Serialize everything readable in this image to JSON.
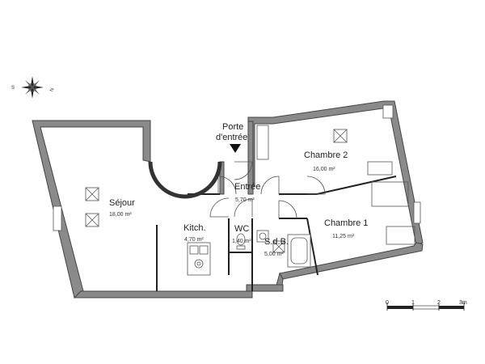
{
  "plan": {
    "entrance": {
      "label_line1": "Porte",
      "label_line2": "d'entrée"
    },
    "rooms": {
      "sejour": {
        "name": "Séjour",
        "area": "18,00 m²"
      },
      "kitchen": {
        "name": "Kitch.",
        "area": "4,70 m²"
      },
      "wc": {
        "name": "WC",
        "area": "1,40 m²"
      },
      "entree": {
        "name": "Entrée",
        "area": "5,70 m²"
      },
      "sdb": {
        "name": "S.d.B.",
        "area": "5,00 m²"
      },
      "chambre1": {
        "name": "Chambre 1",
        "area": "11,25 m²"
      },
      "chambre2": {
        "name": "Chambre 2",
        "area": "16,00 m²"
      }
    },
    "scale": {
      "labels": [
        "0",
        "1",
        "2",
        "3m"
      ]
    },
    "compass": {
      "south": "S",
      "north": "N"
    }
  }
}
